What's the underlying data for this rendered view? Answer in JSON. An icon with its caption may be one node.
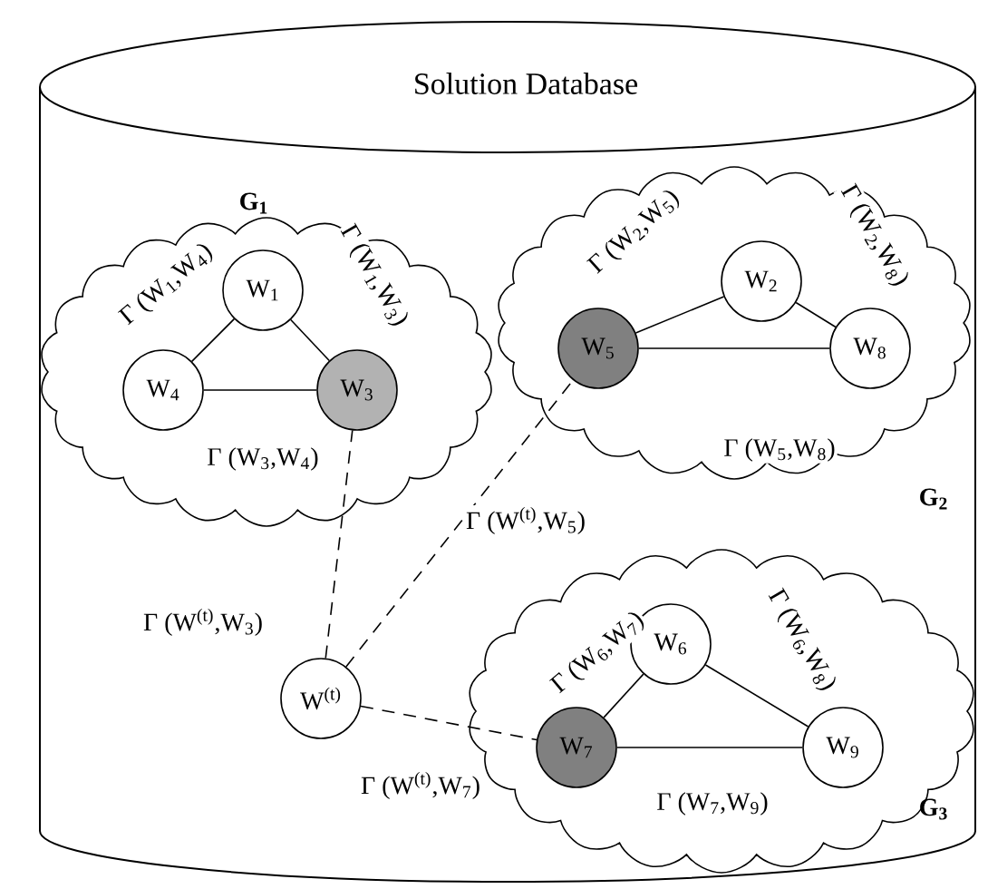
{
  "diagram": {
    "nodes": [
      {
        "text": [
          "Solution Database"
        ]
      },
      {
        "text": [
          "G$_{1}$"
        ],
        "in": 0
      },
      {
        "text": [
          "W$_{1}$"
        ],
        "in": 1
      },
      {
        "text": [
          "W$_{4}$"
        ],
        "in": 1
      },
      {
        "text": [
          "W$_{3}$"
        ],
        "in": 1
      },
      {
        "text": [
          "G$_{2}$"
        ],
        "in": 0
      },
      {
        "text": [
          "W$_{2}$"
        ],
        "in": 5
      },
      {
        "text": [
          "W$_{5}$"
        ],
        "in": 5
      },
      {
        "text": [
          "W$_{8}$"
        ],
        "in": 5
      },
      {
        "text": [
          "W$^{(t)}$"
        ],
        "in": 0
      },
      {
        "text": [
          "G$_{3}$"
        ],
        "in": 0
      },
      {
        "text": [
          "W$_{6}$"
        ],
        "in": 10
      },
      {
        "text": [
          "W$_{7}$"
        ],
        "in": 10
      },
      {
        "text": [
          "W$_{9}$"
        ],
        "in": 10
      }
    ],
    "edges": [
      {
        "from": 2,
        "to": 3,
        "arrow": "none",
        "label": "Γ (W$_{1}$,W$_{4}$)"
      },
      {
        "from": 2,
        "to": 4,
        "arrow": "none",
        "label": "Γ (W$_{1}$,W$_{3}$)"
      },
      {
        "from": 3,
        "to": 4,
        "arrow": "none",
        "label": "Γ (W$_{3}$,W$_{4}$)"
      },
      {
        "from": 6,
        "to": 7,
        "arrow": "none",
        "label": "Γ (W$_{2}$,W$_{5}$)"
      },
      {
        "from": 6,
        "to": 8,
        "arrow": "none",
        "label": "Γ (W$_{2}$,W$_{8}$)"
      },
      {
        "from": 7,
        "to": 8,
        "arrow": "none",
        "label": "Γ (W$_{5}$,W$_{8}$)"
      },
      {
        "from": 11,
        "to": 12,
        "arrow": "none",
        "label": "Γ (W$_{6}$,W$_{7}$)"
      },
      {
        "from": 11,
        "to": 13,
        "arrow": "none",
        "label": "Γ (W$_{6}$,W$_{8}$)"
      },
      {
        "from": 12,
        "to": 13,
        "arrow": "none",
        "label": "Γ (W$_{7}$,W$_{9}$)"
      },
      {
        "from": 9,
        "to": 4,
        "arrow": "none",
        "style": "dashed",
        "label": "Γ (W$^{(t)}$,W$_{3}$)"
      },
      {
        "from": 9,
        "to": 7,
        "arrow": "none",
        "style": "dashed",
        "label": "Γ (W$^{(t)}$,W$_{5}$)"
      },
      {
        "from": 9,
        "to": 12,
        "arrow": "none",
        "style": "dashed",
        "label": "Γ (W$^{(t)}$,W$_{7}$)"
      }
    ]
  }
}
